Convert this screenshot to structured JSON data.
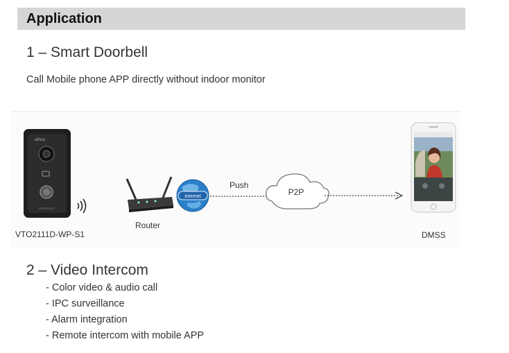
{
  "header": {
    "title": "Application"
  },
  "section1": {
    "title": "1 – Smart Doorbell",
    "description": "Call Mobile phone APP directly without indoor monitor"
  },
  "diagram": {
    "doorbell_label": "VTO2111D-WP-S1",
    "router_label": "Router",
    "internet_label": "internet",
    "push_label": "Push",
    "cloud_label": "P2P",
    "phone_label": "DMSS",
    "doorbell_brand": "alhua"
  },
  "section2": {
    "title": "2 – Video Intercom",
    "features": [
      "- Color video & audio call",
      "- IPC surveillance",
      "- Alarm integration",
      "- Remote intercom with mobile APP"
    ]
  },
  "colors": {
    "header_bg": "#d6d6d6",
    "device_body": "#1e1e1e",
    "globe": "#2b7fc9",
    "cloud_stroke": "#777777"
  }
}
